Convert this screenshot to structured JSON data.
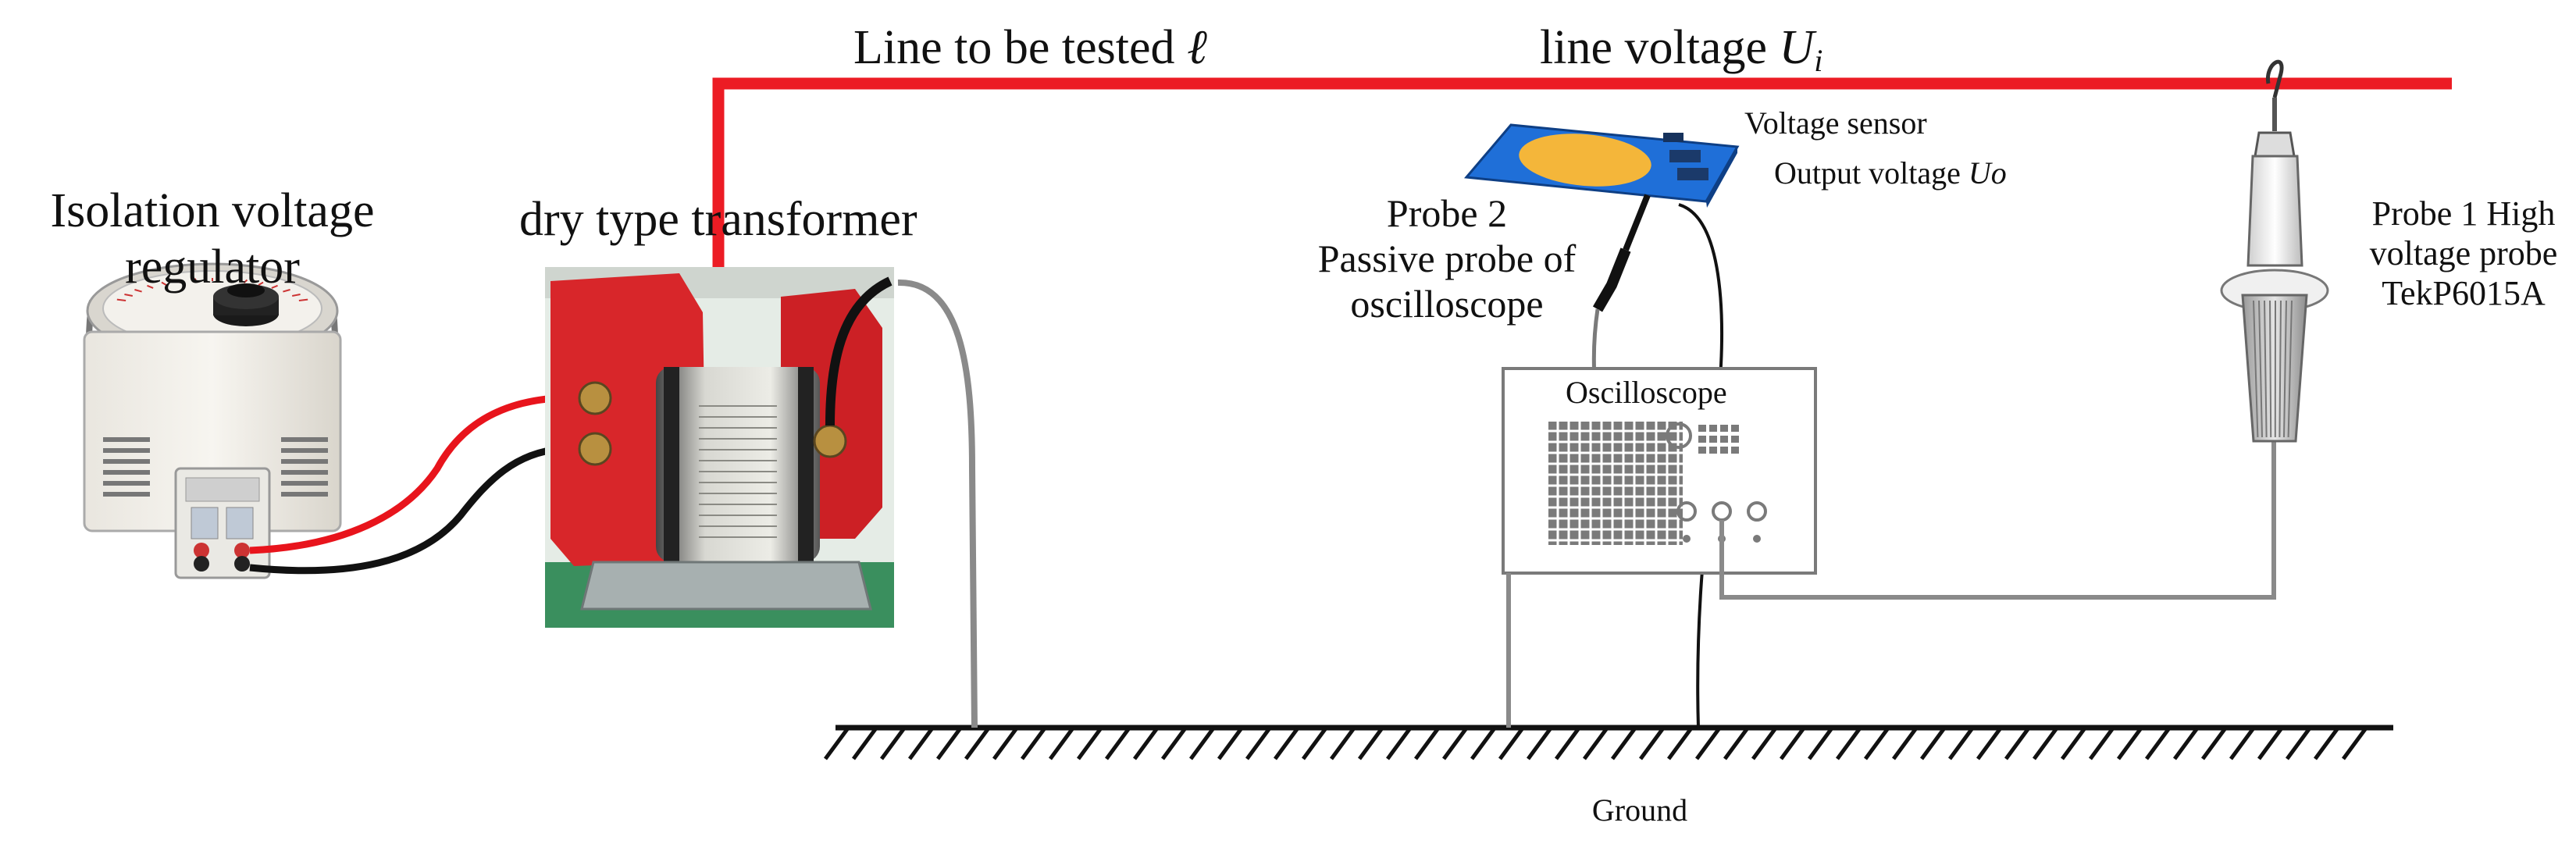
{
  "labels": {
    "line_tested_prefix": "Line to be tested",
    "line_tested_symbol": "ℓ",
    "line_voltage_prefix": "line voltage",
    "line_voltage_symbol": "U",
    "line_voltage_sub": "i",
    "isolation_regulator": "Isolation voltage regulator",
    "transformer": "dry type transformer",
    "voltage_sensor": "Voltage sensor",
    "output_voltage_prefix": "Output voltage",
    "output_voltage_symbol": "Uo",
    "probe2_line1": "Probe 2",
    "probe2_line2": "Passive probe of",
    "probe2_line3": "oscilloscope",
    "oscilloscope": "Oscilloscope",
    "probe1_line1": "Probe 1 High",
    "probe1_line2": "voltage probe",
    "probe1_line3": "TekP6015A",
    "ground": "Ground"
  },
  "colors": {
    "line_red": "#ec1c24",
    "wire_gray": "#8a8a8a",
    "wire_black": "#111111",
    "transformer_red": "#d8262a",
    "sensor_blue": "#1f6fd8",
    "sensor_yellow": "#f4b63a"
  }
}
